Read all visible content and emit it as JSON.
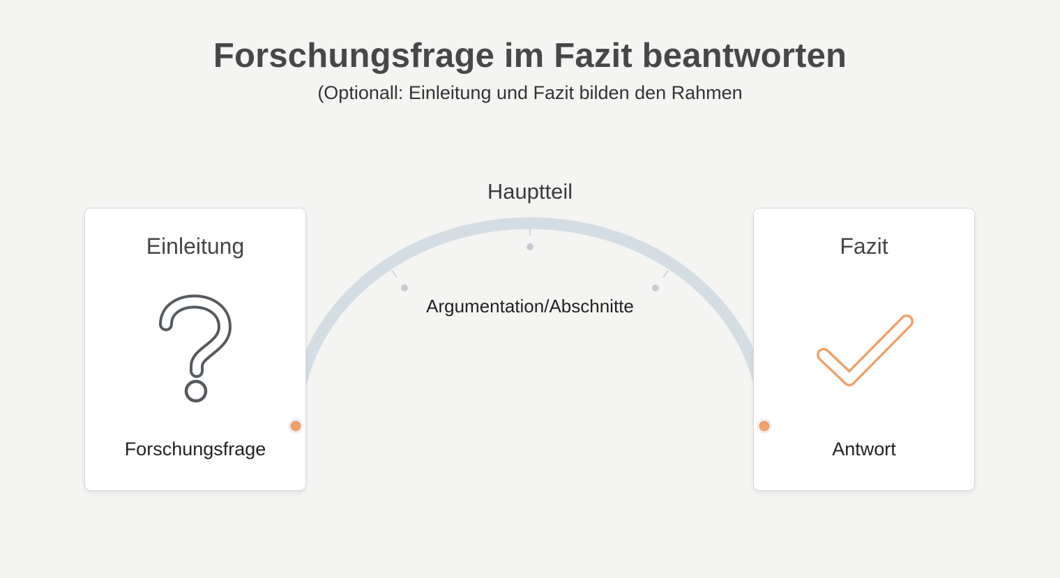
{
  "title": "Forschungsfrage im Fazit beantworten",
  "subtitle": "(Optionall: Einleitung und Fazit bilden den Rahmen",
  "left_card": {
    "heading": "Einleitung",
    "icon": "question-mark-icon",
    "label": "Forschungsfrage"
  },
  "right_card": {
    "heading": "Fazit",
    "icon": "checkmark-icon",
    "label": "Antwort"
  },
  "arc": {
    "heading": "Hauptteil",
    "label": "Argumentation/Abschnitte"
  },
  "colors": {
    "background": "#f4f4f2",
    "arc": "#d5dde4",
    "accent": "#f0a06a",
    "icon_gray": "#555a5f"
  }
}
